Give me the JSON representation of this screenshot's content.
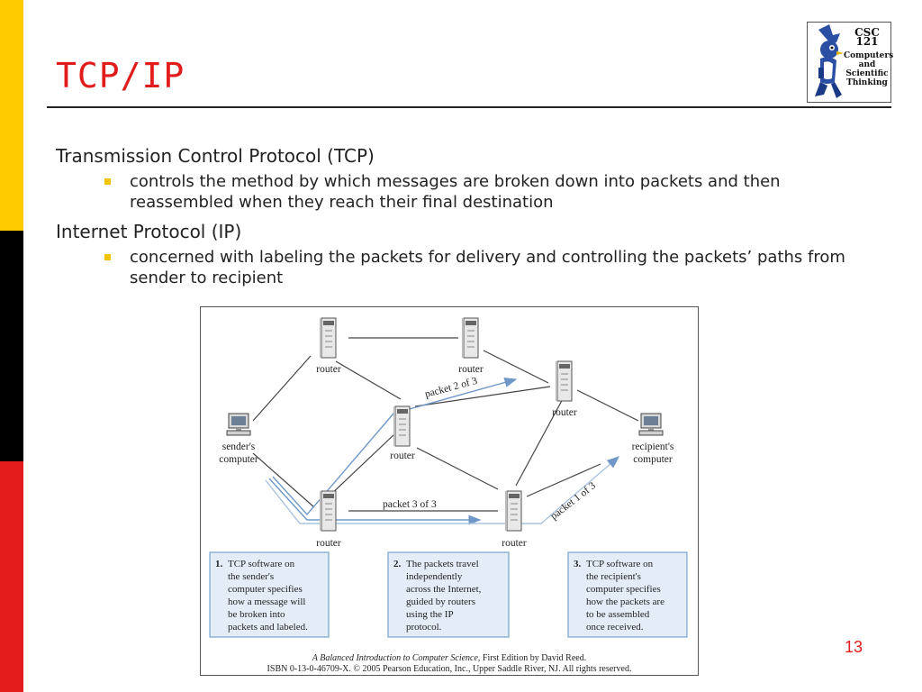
{
  "slide": {
    "title": "TCP/IP",
    "page_number": "13"
  },
  "logo": {
    "line1": "CSC 121",
    "line2": "Computers",
    "line3": "and",
    "line4": "Scientific",
    "line5": "Thinking"
  },
  "bullets": [
    {
      "heading": "Transmission Control Protocol (TCP)",
      "sub": "controls the method by which messages are broken down into packets and then reassembled when they reach their final destination"
    },
    {
      "heading": "Internet Protocol (IP)",
      "sub": "concerned with labeling the packets for delivery and controlling the packets’ paths from sender to recipient"
    }
  ],
  "figure": {
    "labels": {
      "router": "router",
      "sender_line1": "sender's",
      "sender_line2": "computer",
      "recipient_line1": "recipient's",
      "recipient_line2": "computer",
      "packet1": "packet 1 of 3",
      "packet2": "packet 2 of 3",
      "packet3": "packet 3 of 3"
    },
    "steps": [
      {
        "num": "1.",
        "lines": [
          "TCP software on",
          "the sender's",
          "computer specifies",
          "how a message will",
          "be broken into",
          "packets and labeled."
        ]
      },
      {
        "num": "2.",
        "lines": [
          "The packets travel",
          "independently",
          "across the Internet,",
          "guided by routers",
          "using the IP",
          "protocol."
        ]
      },
      {
        "num": "3.",
        "lines": [
          "TCP software on",
          "the recipient's",
          "computer specifies",
          "how the packets are",
          "to be assembled",
          "once received."
        ]
      }
    ],
    "caption_book": "A Balanced Introduction to Computer Science",
    "caption_rest1": ", First Edition by David Reed.",
    "caption_line2": "ISBN 0-13-0-46709-X. © 2005 Pearson Education, Inc., Upper Saddle River, NJ. All rights reserved."
  },
  "colors": {
    "title": "#e11c1c",
    "bullet": "#f2c300",
    "arrow": "#6f98c8",
    "box_border": "#7aa3cf",
    "box_fill": "#e4edf7"
  }
}
